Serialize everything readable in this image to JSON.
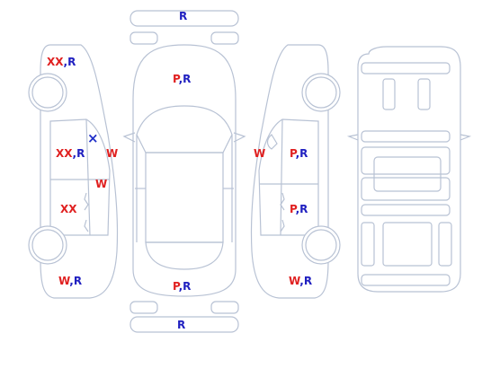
{
  "legend_codes": {
    "scratch": "XX",
    "repair": "R",
    "paint": "P",
    "dent_wave": "W",
    "cross": "×"
  },
  "colors": {
    "outline": "#b8c2d4",
    "code_red": "#e02020",
    "code_blue": "#2020c0"
  },
  "marks": {
    "top_bumper": {
      "code": "R"
    },
    "bonnet": {
      "code_a": "P",
      "sep": ",",
      "code_b": "R"
    },
    "boot": {
      "code_a": "P",
      "sep": ",",
      "code_b": "R"
    },
    "rear_bumper": {
      "code": "R"
    },
    "left_front_fender": {
      "code_a": "XX",
      "sep": ",",
      "code_b": "R"
    },
    "left_front_door": {
      "code_a": "XX",
      "sep": ",",
      "code_b": "R"
    },
    "left_a_pillar": {
      "code": "W"
    },
    "left_mirror_cross": {
      "code": "×"
    },
    "left_door_lower": {
      "code": "W"
    },
    "left_rear_door": {
      "code": "XX"
    },
    "left_rear_quarter": {
      "code_a": "W",
      "sep": ",",
      "code_b": "R"
    },
    "right_a_pillar": {
      "code": "W"
    },
    "right_front_door": {
      "code_a": "P",
      "sep": ",",
      "code_b": "R"
    },
    "right_rear_door": {
      "code_a": "P",
      "sep": ",",
      "code_b": "R"
    },
    "right_rear_quarter": {
      "code_a": "W",
      "sep": ",",
      "code_b": "R"
    }
  }
}
